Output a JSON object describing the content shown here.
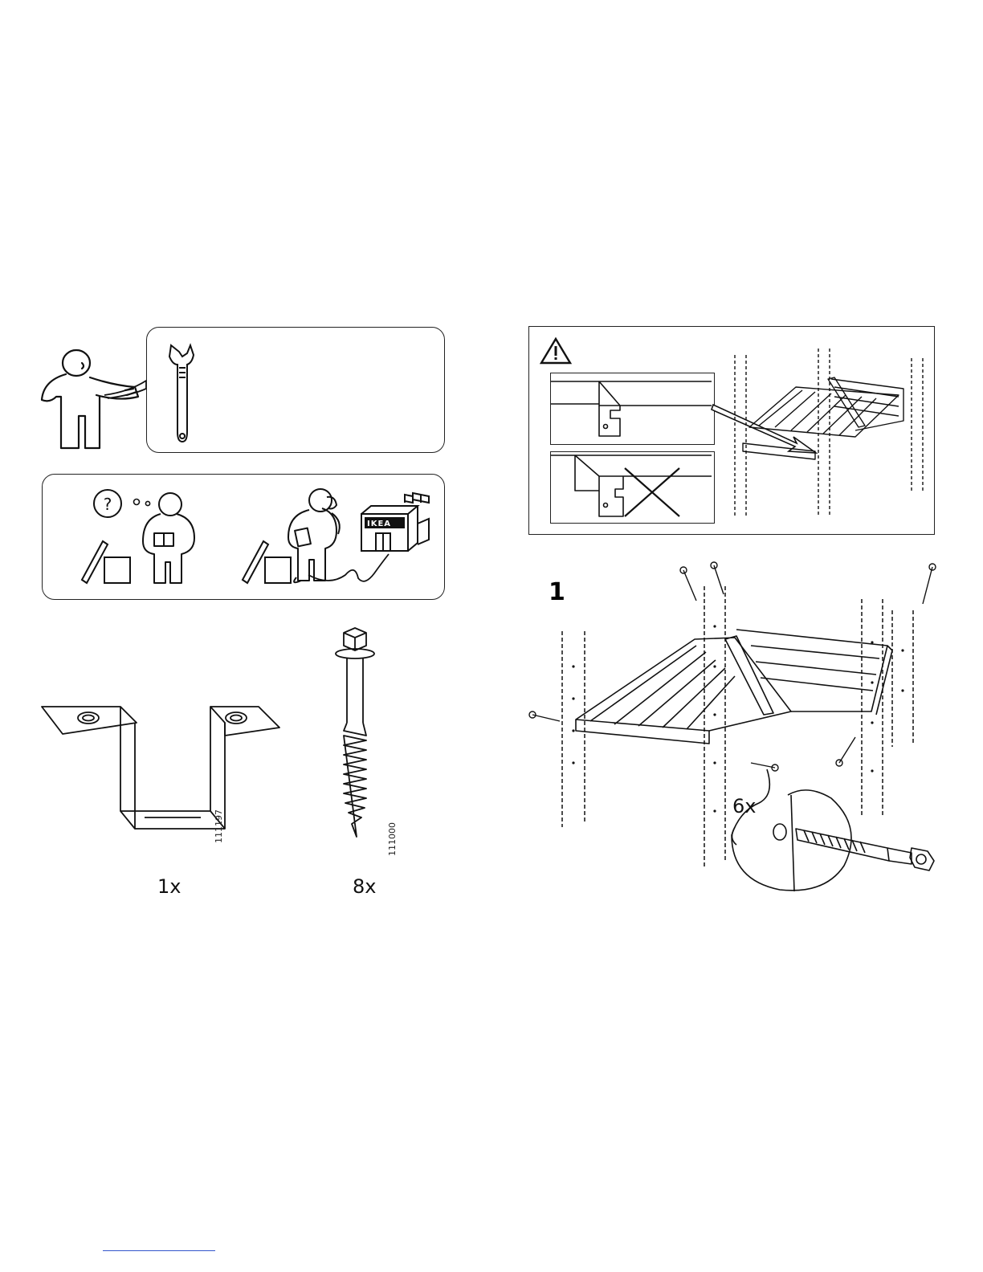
{
  "tools": {
    "tool_icon": "wrench-icon"
  },
  "help": {
    "store_sign": "IKEA"
  },
  "parts": [
    {
      "article_number": "111197",
      "quantity": "1x",
      "icon": "u-bracket-icon"
    },
    {
      "article_number": "111000",
      "quantity": "8x",
      "icon": "hex-screw-icon"
    }
  ],
  "warning": {
    "icon": "warning-triangle-icon"
  },
  "step1": {
    "number": "1",
    "detail_quantity": "6x"
  },
  "colors": {
    "ink": "#111111",
    "paper": "#ffffff"
  }
}
